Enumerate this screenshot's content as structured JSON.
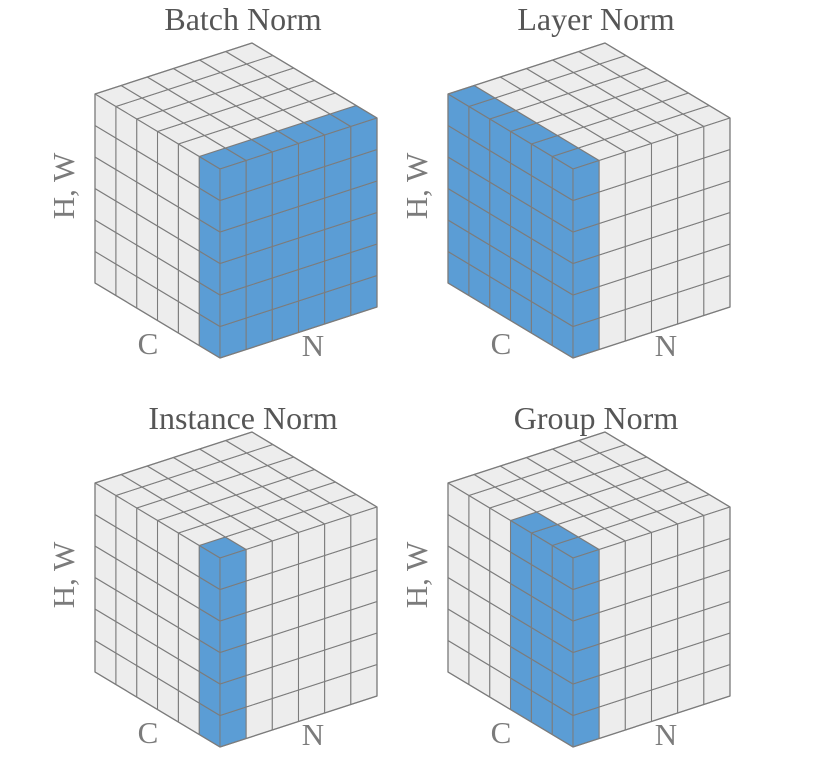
{
  "figure": {
    "background": "#FFFFFF",
    "colors": {
      "highlight": "#5B9DD5",
      "face": "#EDEDED",
      "edge": "#7C7C7C",
      "title_text": "#565656",
      "axis_text": "#7B7B7B"
    },
    "cube": {
      "channels": 6,
      "batch": 6,
      "spatial_rows": 6
    },
    "panels": [
      {
        "title": "Batch Norm",
        "vertical_axis": "H, W",
        "left_axis": "C",
        "right_axis": "N",
        "highlight": {
          "c_depth": 1,
          "n_depth": 6
        }
      },
      {
        "title": "Layer Norm",
        "vertical_axis": "H, W",
        "left_axis": "C",
        "right_axis": "N",
        "highlight": {
          "c_depth": 6,
          "n_depth": 1
        }
      },
      {
        "title": "Instance Norm",
        "vertical_axis": "H, W",
        "left_axis": "C",
        "right_axis": "N",
        "highlight": {
          "c_depth": 1,
          "n_depth": 1
        }
      },
      {
        "title": "Group Norm",
        "vertical_axis": "H, W",
        "left_axis": "C",
        "right_axis": "N",
        "highlight": {
          "c_depth": 3,
          "n_depth": 1
        }
      }
    ]
  }
}
